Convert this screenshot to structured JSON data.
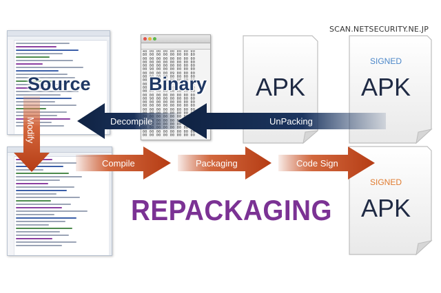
{
  "watermark": "SCAN.NETSECURITY.NE.JP",
  "labels": {
    "source": "Source",
    "binary": "Binary",
    "apk": "APK",
    "signed_apk_top": "APK",
    "signed_apk_bottom": "APK",
    "signed_word_top": "SIGNED",
    "signed_word_bottom": "SIGNED",
    "title": "REPACKAGING"
  },
  "arrows": {
    "decompile": "Decompile",
    "unpacking": "UnPacking",
    "modify": "Modify",
    "compile": "Compile",
    "packaging": "Packaging",
    "code_sign": "Code Sign"
  },
  "colors": {
    "navy_arrow": "#0f2242",
    "orange_arrow": "#c0461c",
    "purple_title": "#7b3294",
    "signed_blue": "#4a86c8",
    "signed_orange": "#e07a2e",
    "doc_fill": "#f2f2f2",
    "doc_stroke": "#b8b8b8"
  }
}
